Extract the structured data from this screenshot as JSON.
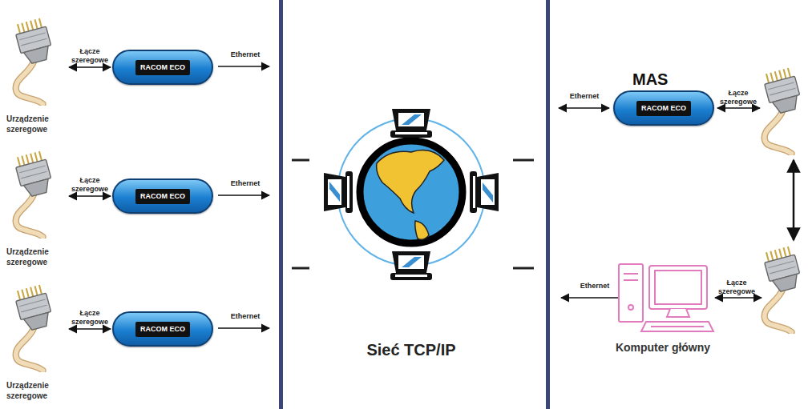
{
  "diagram": {
    "nodes": [
      {
        "text": [
          "Urządzenie szeregowe"
        ]
      },
      {
        "text": [
          "RACOM ECO"
        ]
      },
      {
        "text": [
          "Urządzenie szeregowe"
        ]
      },
      {
        "text": [
          "RACOM ECO"
        ]
      },
      {
        "text": [
          "Urządzenie szeregowe"
        ]
      },
      {
        "text": [
          "RACOM ECO"
        ]
      },
      {
        "text": [
          "Sieć TCP/IP"
        ]
      },
      {
        "text": [
          "MAS",
          "RACOM ECO"
        ]
      },
      {
        "text": [
          "Komputer główny"
        ]
      }
    ],
    "edges": [
      {
        "from": 0,
        "to": 1,
        "label": "Łącze szeregowe",
        "arrow": "both"
      },
      {
        "from": 2,
        "to": 3,
        "label": "Łącze szeregowe",
        "arrow": "both"
      },
      {
        "from": 4,
        "to": 5,
        "label": "Łącze szeregowe",
        "arrow": "both"
      }
    ],
    "labels": [
      "Ethernet",
      "Ethernet",
      "Ethernet",
      "Ethernet",
      "Łącze szeregowe",
      "Ethernet",
      "Łącze szeregowe"
    ]
  }
}
